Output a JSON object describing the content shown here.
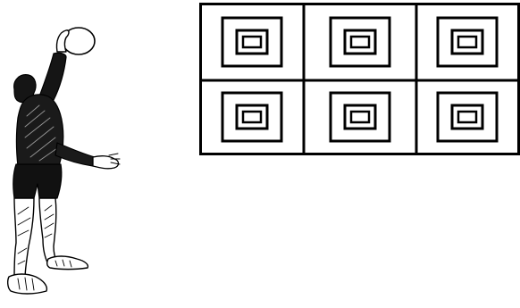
{
  "figure": {
    "subject": "player-throwing-ball-at-wall",
    "target_grid": {
      "rows": 2,
      "cols": 3,
      "squares_per_cell": 3
    },
    "colors": {
      "ink": "#000000",
      "paper": "#ffffff",
      "shade": "#1a1a1a"
    }
  }
}
